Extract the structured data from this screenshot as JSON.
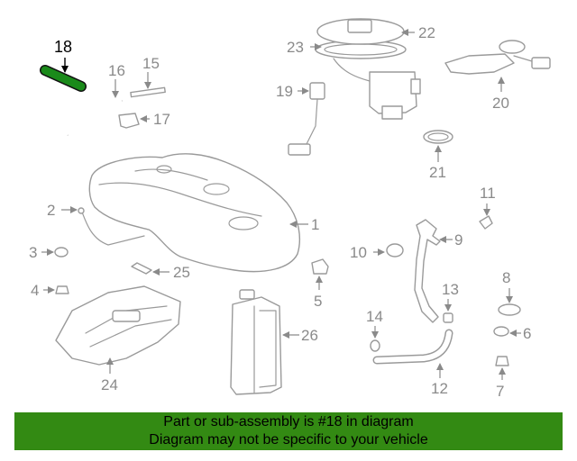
{
  "highlighted_part": "18",
  "highlight_color": "#1a8a1a",
  "callouts": [
    "1",
    "2",
    "3",
    "4",
    "5",
    "6",
    "7",
    "8",
    "9",
    "10",
    "11",
    "12",
    "13",
    "14",
    "15",
    "16",
    "17",
    "18",
    "19",
    "20",
    "21",
    "22",
    "23",
    "24",
    "25",
    "26"
  ],
  "banner": {
    "line1": "Part or sub-assembly is #18 in diagram",
    "line2": "Diagram may not be specific to your vehicle",
    "background": "#338a13"
  }
}
